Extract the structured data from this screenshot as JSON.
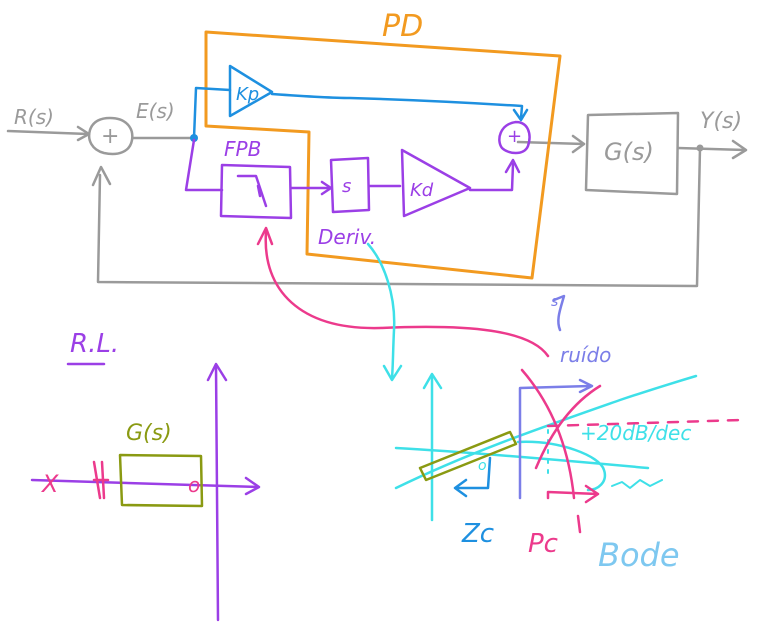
{
  "labels": {
    "pd": "PD",
    "r_s": "R(s)",
    "e_s": "E(s)",
    "kp": "Kp",
    "kd": "Kd",
    "fpb": "FPB",
    "s_block": "s",
    "deriv": "Deriv.",
    "g_s": "G(s)",
    "y_s": "Y(s)",
    "plus_sum": "+",
    "plus_sum2": "+",
    "rl": "R.L.",
    "g_s_rl": "G(s)",
    "x_mark": "X",
    "o_mark": "o",
    "ruido": "ruído",
    "slope_label": "+20dB/dec",
    "zc": "Zc",
    "pc": "Pc",
    "bode": "Bode",
    "s_annotation": "s",
    "small_o": "o"
  },
  "colors": {
    "gray": "#9a9a9a",
    "orange": "#f29a20",
    "blue": "#1e90e0",
    "purple": "#9b3fe6",
    "magenta": "#ec3a8c",
    "cyan": "#3ee0e8",
    "olive": "#8a9a12",
    "lightblue": "#7ec8f0",
    "periwinkle": "#7b7ee8"
  }
}
